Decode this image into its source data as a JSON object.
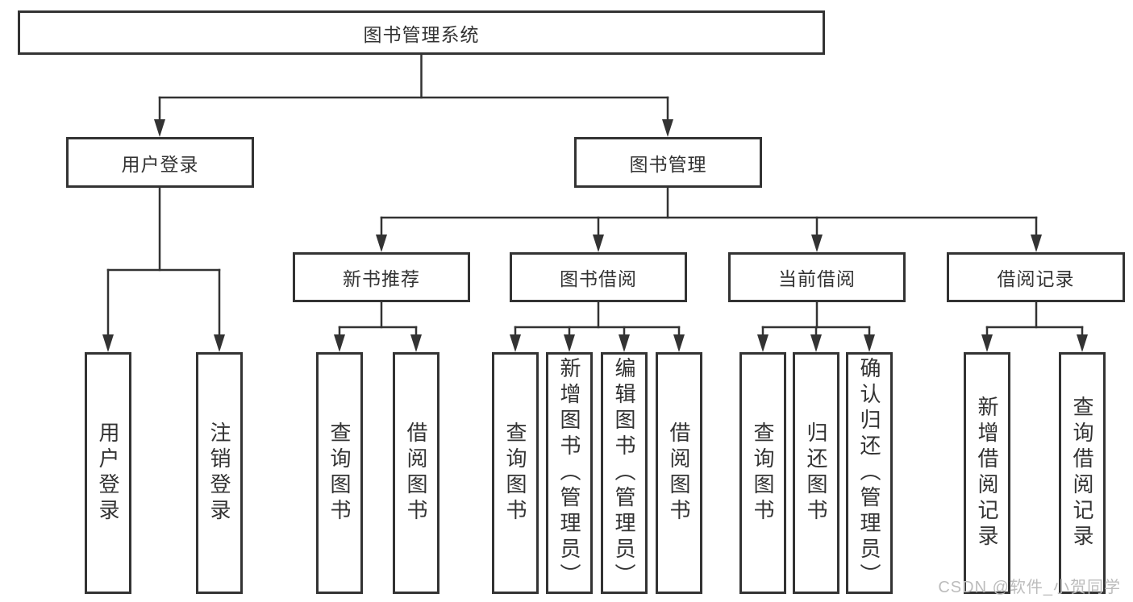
{
  "page": {
    "background": "#ffffff"
  },
  "colors": {
    "line": "#333333",
    "box_border": "#333333",
    "text": "#333333",
    "watermark": "#bcbcbc"
  },
  "tree": {
    "root": "图书管理系统",
    "userLogin": {
      "label": "用户登录",
      "children": [
        "用户登录",
        "注销登录"
      ]
    },
    "bookMgmt": {
      "label": "图书管理",
      "sections": [
        {
          "label": "新书推荐",
          "children": [
            "查询图书",
            "借阅图书"
          ]
        },
        {
          "label": "图书借阅",
          "children": [
            "查询图书",
            "新增图书（管理员）",
            "编辑图书（管理员）",
            "借阅图书"
          ]
        },
        {
          "label": "当前借阅",
          "children": [
            "查询图书",
            "归还图书",
            "确认归还（管理员）"
          ]
        },
        {
          "label": "借阅记录",
          "children": [
            "新增借阅记录",
            "查询借阅记录"
          ]
        }
      ]
    }
  },
  "watermark": "CSDN @软件_小贺同学"
}
